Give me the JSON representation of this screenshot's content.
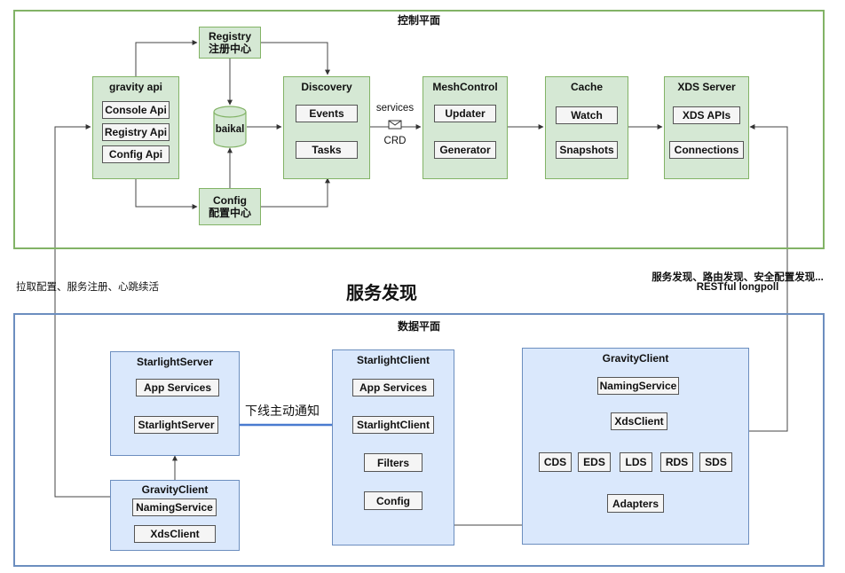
{
  "control_plane": {
    "title": "控制平面",
    "gravity_api": {
      "title": "gravity api",
      "items": [
        "Console Api",
        "Registry Api",
        "Config Api"
      ]
    },
    "registry": {
      "line1": "Registry",
      "line2": "注册中心"
    },
    "config": {
      "line1": "Config",
      "line2": "配置中心"
    },
    "baikal": "baikal",
    "discovery": {
      "title": "Discovery",
      "items": [
        "Events",
        "Tasks"
      ]
    },
    "crd": {
      "top": "services",
      "bottom": "CRD"
    },
    "meshcontrol": {
      "title": "MeshControl",
      "items": [
        "Updater",
        "Generator"
      ]
    },
    "cache": {
      "title": "Cache",
      "items": [
        "Watch",
        "Snapshots"
      ]
    },
    "xds_server": {
      "title": "XDS Server",
      "items": [
        "XDS APIs",
        "Connections"
      ]
    }
  },
  "middle": {
    "title": "服务发现",
    "left_label": "拉取配置、服务注册、心跳续活",
    "right_label_1": "服务发现、路由发现、安全配置发现...",
    "right_label_2": "RESTful longpoll"
  },
  "data_plane": {
    "title": "数据平面",
    "starlight_server": {
      "title": "StarlightServer",
      "items": [
        "App Services",
        "StarlightServer"
      ]
    },
    "gravity_client_left": {
      "title": "GravityClient",
      "items": [
        "NamingService",
        "XdsClient"
      ]
    },
    "notify_label": "下线主动通知",
    "starlight_client": {
      "title": "StarlightClient",
      "items": [
        "App Services",
        "StarlightClient",
        "Filters",
        "Config"
      ]
    },
    "gravity_client_right": {
      "title": "GravityClient",
      "naming": "NamingService",
      "xds": "XdsClient",
      "discovery": [
        "CDS",
        "EDS",
        "LDS",
        "RDS",
        "SDS"
      ],
      "adapters": "Adapters"
    }
  },
  "colors": {
    "green_fill": "#d5e8d4",
    "green_stroke": "#82b366",
    "blue_fill": "#dae8fc",
    "blue_stroke": "#6c8ebf",
    "arrow_blue": "#4a7bd0"
  }
}
